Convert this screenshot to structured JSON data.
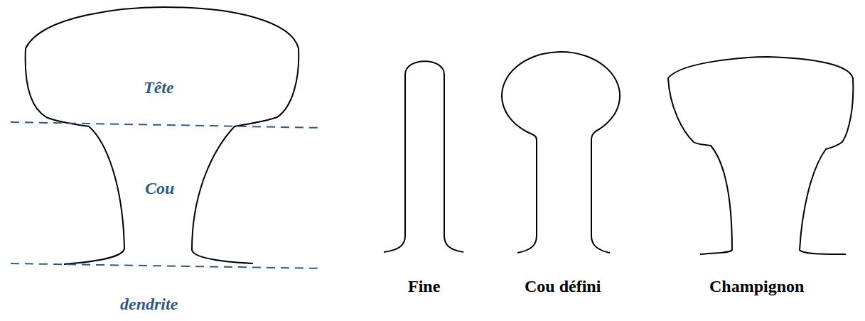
{
  "diagram": {
    "labels": [
      "Tête",
      "Cou",
      "dendrite",
      "Fine",
      "Cou défini",
      "Champignon"
    ]
  }
}
